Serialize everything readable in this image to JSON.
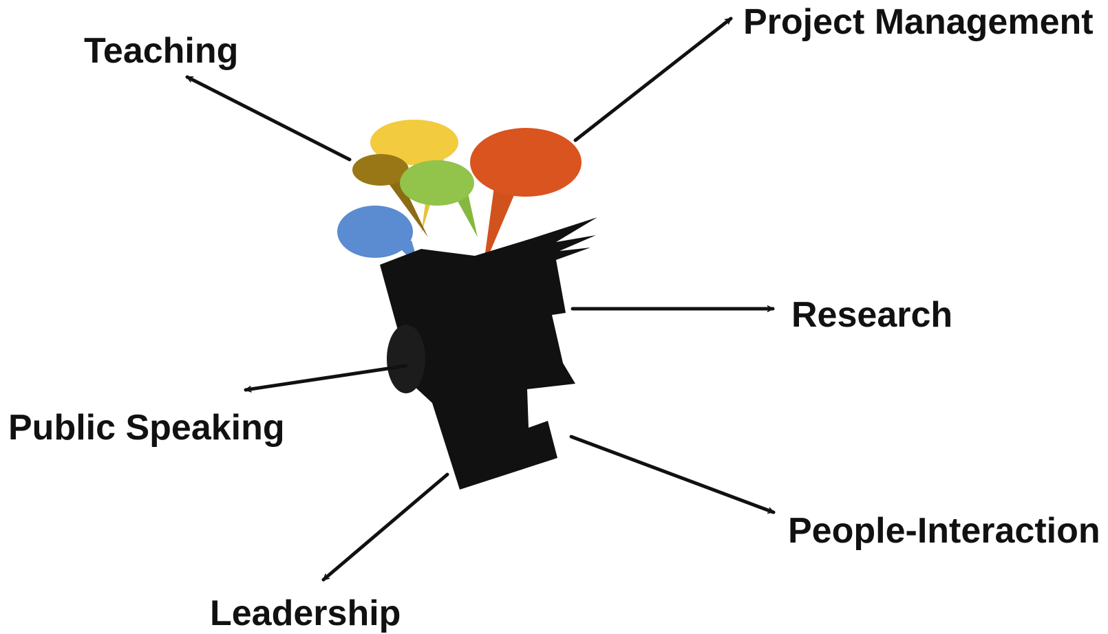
{
  "diagram": {
    "labels": {
      "teaching": "Teaching",
      "project_management": "Project Management",
      "research": "Research",
      "public_speaking": "Public Speaking",
      "people_interaction": "People-Interaction",
      "leadership": "Leadership"
    },
    "center_figure": {
      "icon": "thinking-head-with-speech-bubbles",
      "bubble_colors": [
        "#f0c93a",
        "#d9541e",
        "#9a7716",
        "#92c34a",
        "#5b8bd0"
      ],
      "head_color": "#111111"
    },
    "arrow_color": "#111111",
    "label_color": "#111111"
  }
}
